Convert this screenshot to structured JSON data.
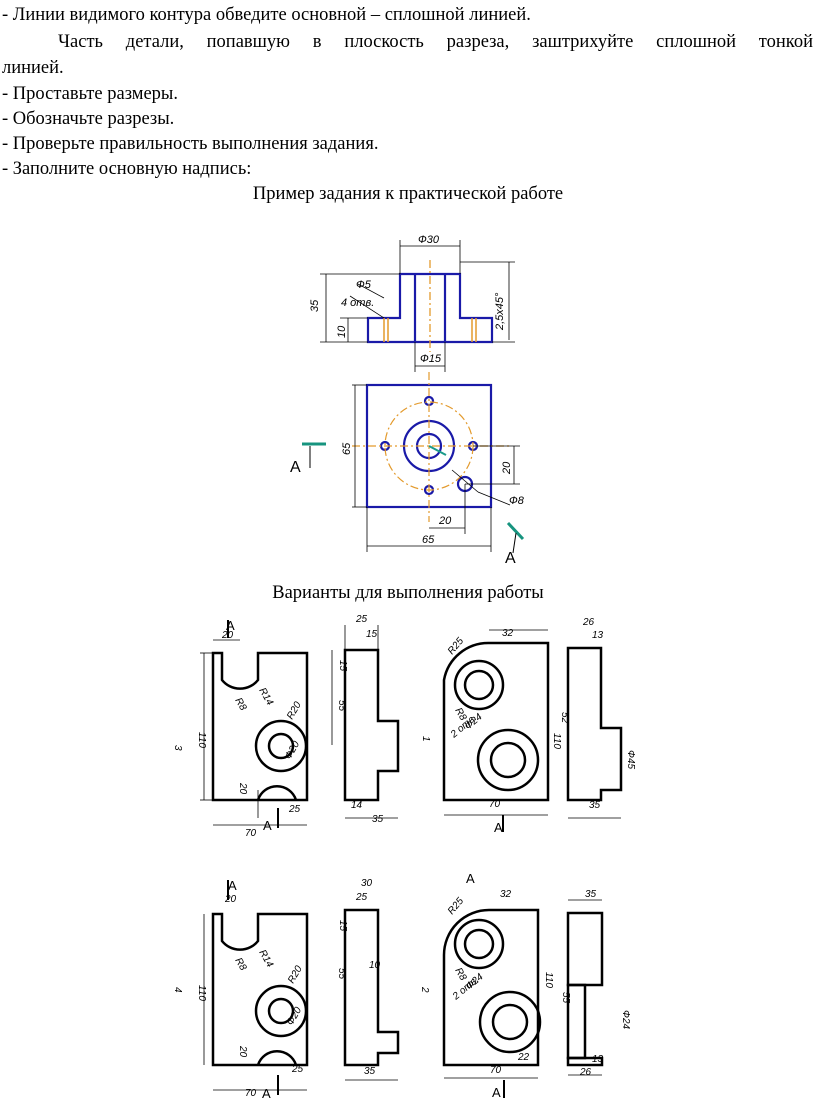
{
  "instructions": [
    "- Линии видимого контура обведите основной – сплошной линией.",
    "Часть детали, попавшую в плоскость разреза, заштрихуйте сплошной тонкой",
    "линией.",
    "- Проставьте размеры.",
    "- Обозначьте разрезы.",
    "- Проверьте правильность выполнения задания.",
    "- Заполните основную надпись:"
  ],
  "example_title": "Пример задания к практической работе",
  "variants_title": "Варианты для выполнения работы",
  "example_drawing": {
    "dims": [
      "Ф30",
      "Ф5",
      "4 отв.",
      "35",
      "10",
      "Ф15",
      "2,5х45°",
      "65",
      "20",
      "20",
      "Ф8",
      "65"
    ],
    "section_label": "А"
  },
  "variant_numbers": [
    "3",
    "1",
    "4",
    "2"
  ],
  "variant_dims": {
    "v3": [
      "А",
      "20",
      "R8",
      "R14",
      "R20",
      "Ф20",
      "110",
      "20",
      "25",
      "70",
      "А",
      "25",
      "15",
      "15",
      "55",
      "14",
      "35"
    ],
    "v1": [
      "R25",
      "32",
      "R8",
      "Ф24",
      "2 отв.",
      "110",
      "70",
      "А",
      "26",
      "13",
      "52",
      "Ф45",
      "35"
    ],
    "v4": [
      "А",
      "20",
      "R8",
      "R14",
      "R20",
      "Ф20",
      "110",
      "20",
      "25",
      "70",
      "А",
      "30",
      "25",
      "15",
      "55",
      "10",
      "35"
    ],
    "v2": [
      "А",
      "32",
      "R25",
      "R8",
      "Ф24",
      "2 отв.",
      "110",
      "70",
      "22",
      "А",
      "35",
      "55",
      "Ф24",
      "13",
      "26"
    ]
  }
}
